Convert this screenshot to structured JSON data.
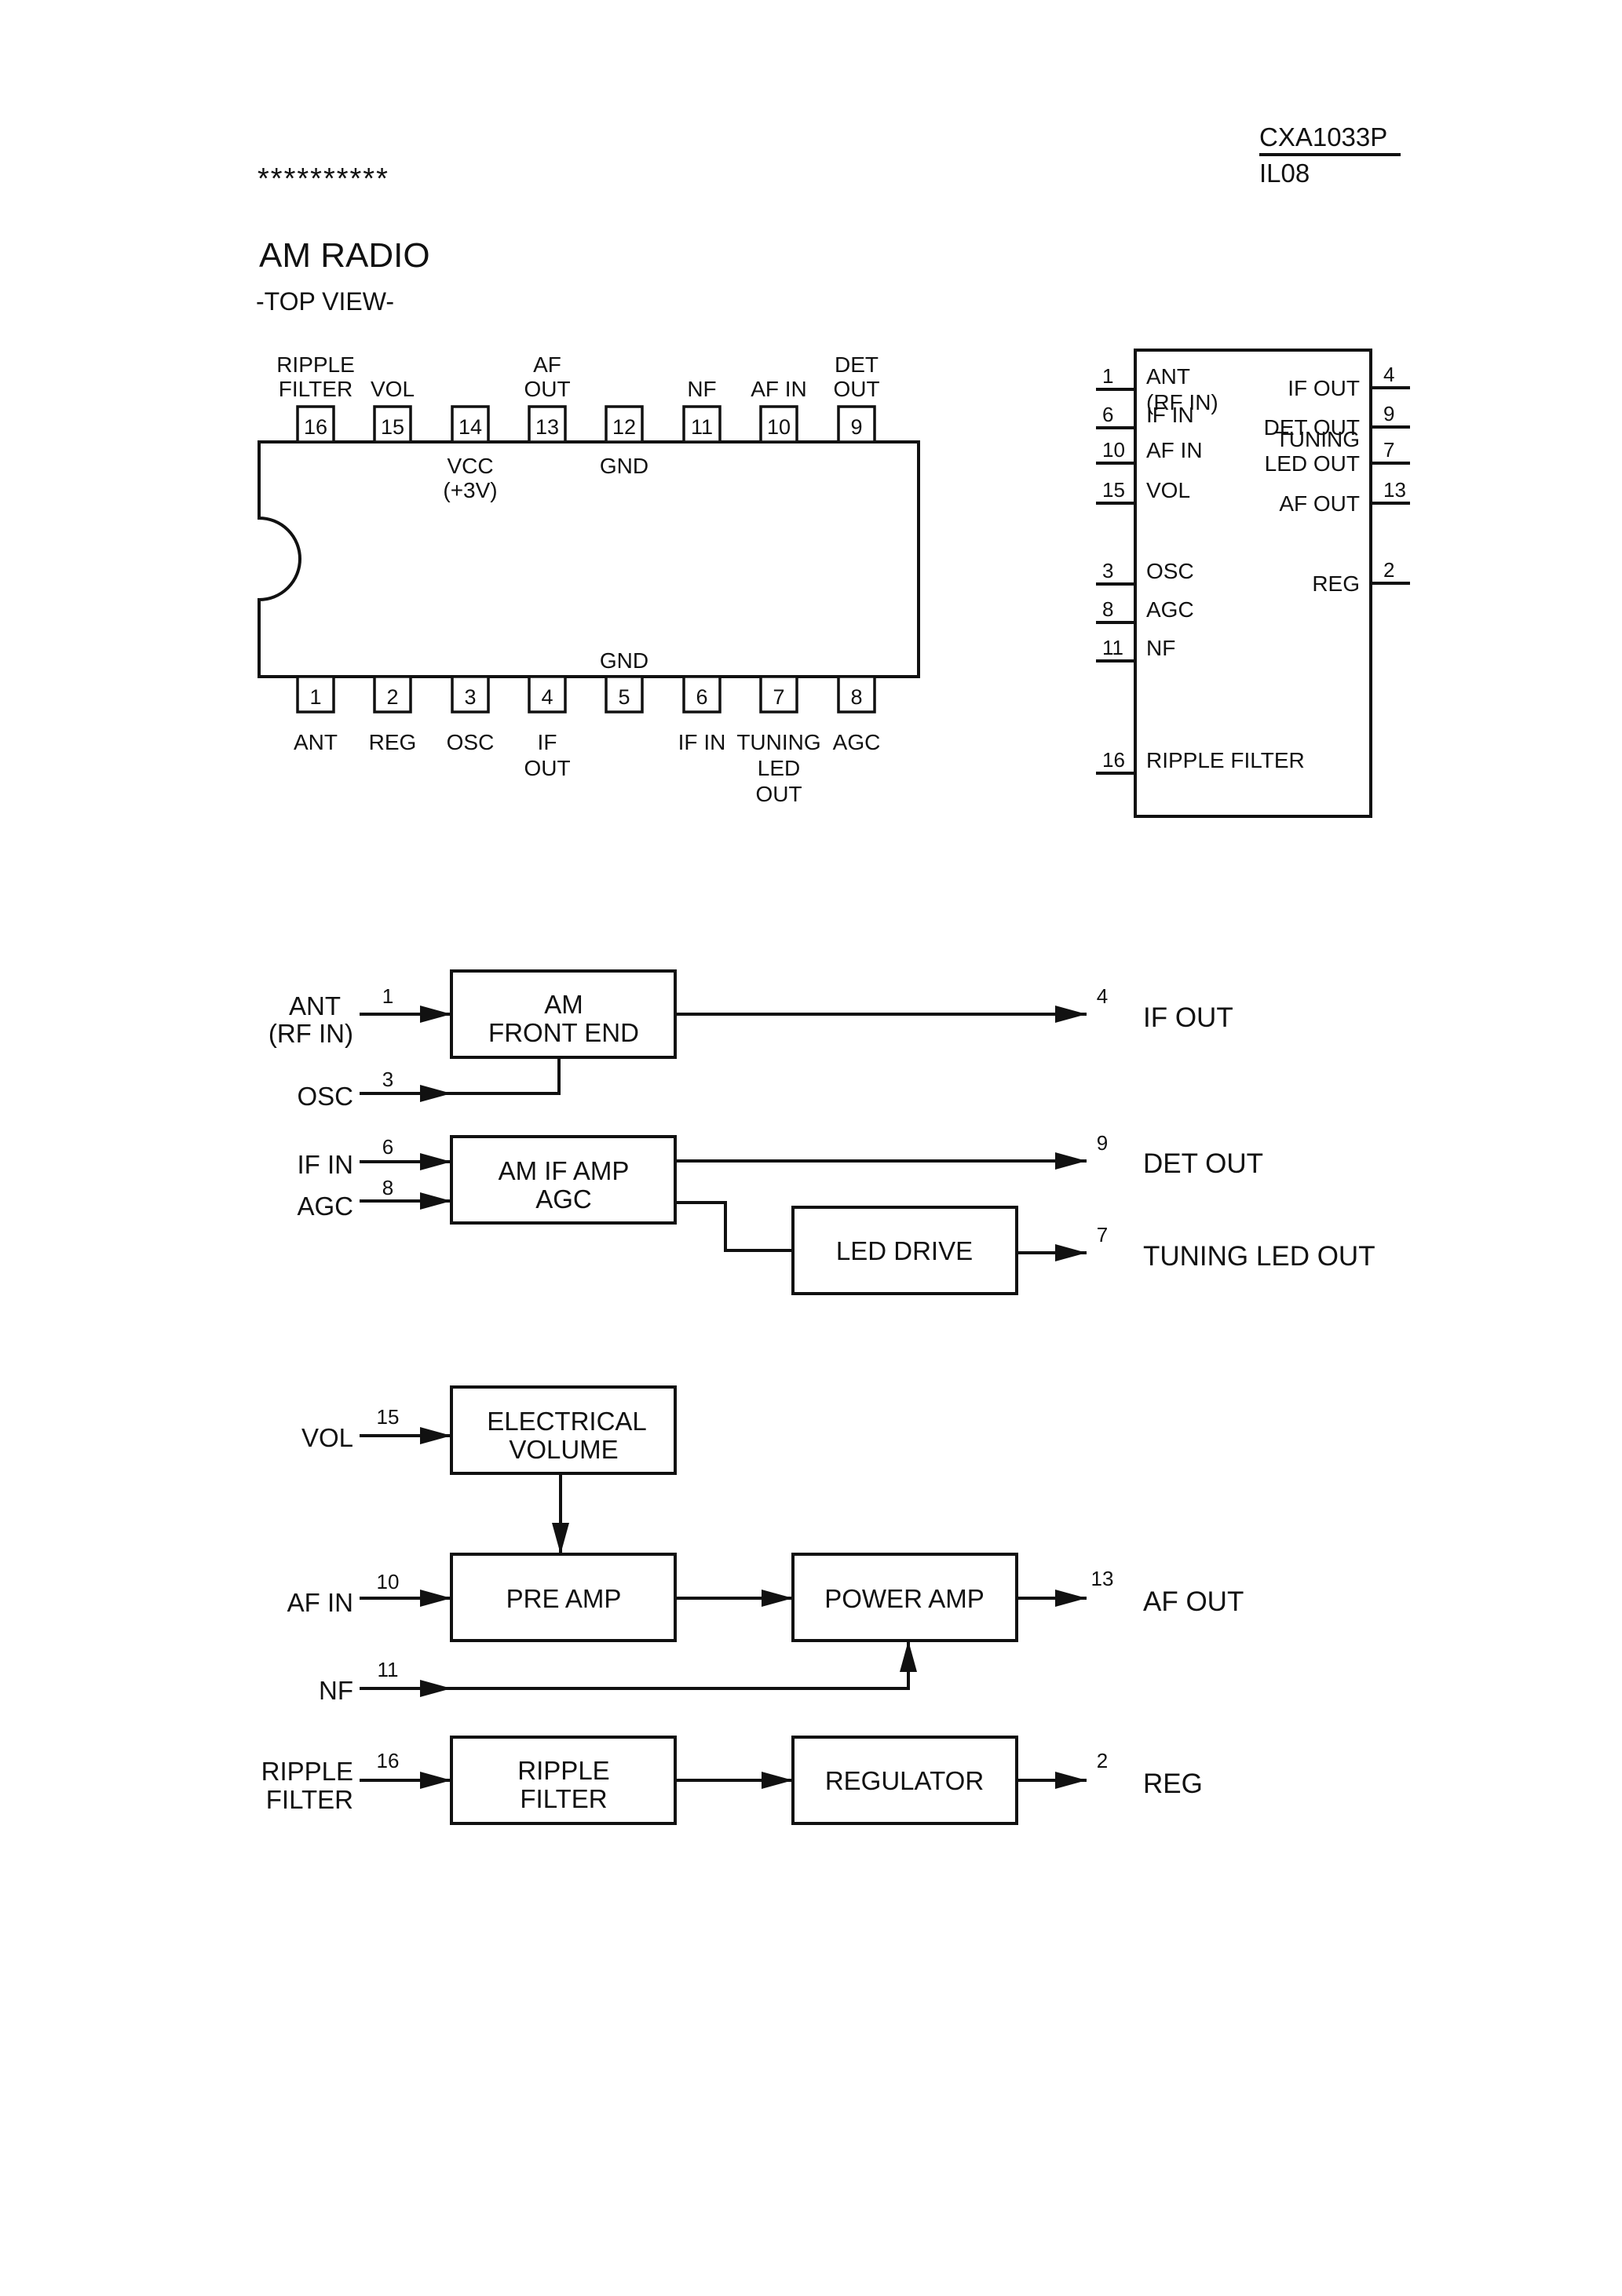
{
  "header": {
    "part_number": "CXA1033P",
    "doc_code": "IL08",
    "stars": "**********",
    "title": "AM RADIO",
    "subtitle": "-TOP VIEW-"
  },
  "package": {
    "top_pins": [
      {
        "num": "16",
        "label": [
          "RIPPLE",
          "FILTER"
        ],
        "inner": []
      },
      {
        "num": "15",
        "label": [
          "VOL"
        ],
        "inner": []
      },
      {
        "num": "14",
        "label": [],
        "inner": [
          "VCC",
          "(+3V)"
        ]
      },
      {
        "num": "13",
        "label": [
          "AF",
          "OUT"
        ],
        "inner": []
      },
      {
        "num": "12",
        "label": [],
        "inner": [
          "GND"
        ]
      },
      {
        "num": "11",
        "label": [
          "NF"
        ],
        "inner": []
      },
      {
        "num": "10",
        "label": [
          "AF IN"
        ],
        "inner": []
      },
      {
        "num": "9",
        "label": [
          "DET",
          "OUT"
        ],
        "inner": []
      }
    ],
    "bottom_pins": [
      {
        "num": "1",
        "label": [
          "ANT"
        ],
        "inner": []
      },
      {
        "num": "2",
        "label": [
          "REG"
        ],
        "inner": []
      },
      {
        "num": "3",
        "label": [
          "OSC"
        ],
        "inner": []
      },
      {
        "num": "4",
        "label": [
          "IF",
          "OUT"
        ],
        "inner": []
      },
      {
        "num": "5",
        "label": [],
        "inner": [
          "GND"
        ]
      },
      {
        "num": "6",
        "label": [
          "IF IN"
        ],
        "inner": []
      },
      {
        "num": "7",
        "label": [
          "TUNING",
          "LED",
          "OUT"
        ],
        "inner": []
      },
      {
        "num": "8",
        "label": [
          "AGC"
        ],
        "inner": []
      }
    ]
  },
  "symbol": {
    "left_pins": [
      {
        "num": "1",
        "label": [
          "ANT",
          "(RF IN)"
        ]
      },
      {
        "num": "6",
        "label": [
          "IF IN"
        ]
      },
      {
        "num": "10",
        "label": [
          "AF IN"
        ]
      },
      {
        "num": "15",
        "label": [
          "VOL"
        ]
      },
      {
        "num": "3",
        "label": [
          "OSC"
        ]
      },
      {
        "num": "8",
        "label": [
          "AGC"
        ]
      },
      {
        "num": "11",
        "label": [
          "NF"
        ]
      },
      {
        "num": "16",
        "label": [
          "RIPPLE FILTER"
        ]
      }
    ],
    "right_pins": [
      {
        "num": "4",
        "label": [
          "IF OUT"
        ]
      },
      {
        "num": "9",
        "label": [
          "DET OUT"
        ]
      },
      {
        "num": "7",
        "label": [
          "TUNING",
          "LED OUT"
        ]
      },
      {
        "num": "13",
        "label": [
          "AF OUT"
        ]
      },
      {
        "num": "2",
        "label": [
          "REG"
        ]
      }
    ]
  },
  "block_diagram": {
    "blocks": {
      "front_end": [
        "AM",
        "FRONT END"
      ],
      "if_amp": [
        "AM IF AMP",
        "AGC"
      ],
      "led_drive": [
        "LED DRIVE"
      ],
      "elec_vol": [
        "ELECTRICAL",
        "VOLUME"
      ],
      "pre_amp": [
        "PRE AMP"
      ],
      "power_amp": [
        "POWER AMP"
      ],
      "ripple_filter": [
        "RIPPLE",
        "FILTER"
      ],
      "regulator": [
        "REGULATOR"
      ]
    },
    "inputs": {
      "ant": {
        "num": "1",
        "label": [
          "ANT",
          "(RF IN)"
        ]
      },
      "osc": {
        "num": "3",
        "label": [
          "OSC"
        ]
      },
      "if_in": {
        "num": "6",
        "label": [
          "IF IN"
        ]
      },
      "agc": {
        "num": "8",
        "label": [
          "AGC"
        ]
      },
      "vol": {
        "num": "15",
        "label": [
          "VOL"
        ]
      },
      "af_in": {
        "num": "10",
        "label": [
          "AF IN"
        ]
      },
      "nf": {
        "num": "11",
        "label": [
          "NF"
        ]
      },
      "ripple": {
        "num": "16",
        "label": [
          "RIPPLE",
          "FILTER"
        ]
      }
    },
    "outputs": {
      "if_out": {
        "num": "4",
        "label": "IF OUT"
      },
      "det_out": {
        "num": "9",
        "label": "DET OUT"
      },
      "tuning": {
        "num": "7",
        "label": "TUNING LED OUT"
      },
      "af_out": {
        "num": "13",
        "label": "AF OUT"
      },
      "reg": {
        "num": "2",
        "label": "REG"
      }
    }
  }
}
